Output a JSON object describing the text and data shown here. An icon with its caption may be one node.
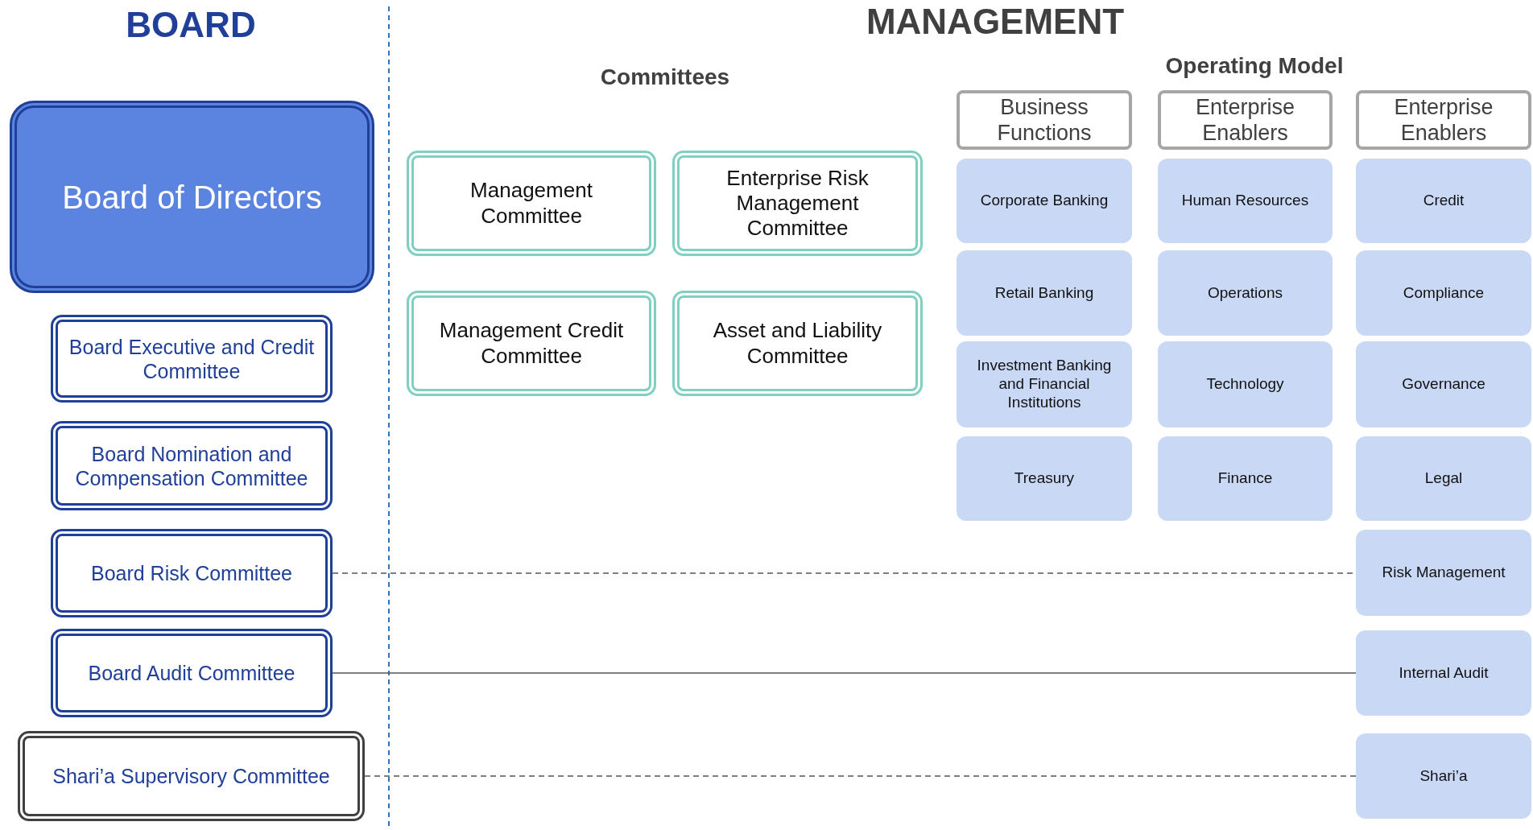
{
  "diagram": {
    "nodes": [
      {
        "text": [
          "Board of Directors"
        ]
      },
      {
        "text": [
          "Board Executive and Credit Committee"
        ]
      },
      {
        "text": [
          "Board Nomination and Compensation Committee"
        ]
      },
      {
        "text": [
          "Board Risk Committee"
        ]
      },
      {
        "text": [
          "Board Audit Committee"
        ]
      },
      {
        "text": [
          "Shari’a Supervisory Committee"
        ]
      },
      {
        "text": [
          "Management Committee"
        ]
      },
      {
        "text": [
          "Enterprise Risk Management Committee"
        ]
      },
      {
        "text": [
          "Management Credit Committee"
        ]
      },
      {
        "text": [
          "Asset and Liability Committee"
        ]
      },
      {
        "text": [
          "Business Functions"
        ]
      },
      {
        "text": [
          "Enterprise Enablers"
        ]
      },
      {
        "text": [
          "Enterprise Enablers"
        ]
      },
      {
        "text": [
          "Corporate Banking"
        ]
      },
      {
        "text": [
          "Human Resources"
        ]
      },
      {
        "text": [
          "Credit"
        ]
      },
      {
        "text": [
          "Retail Banking"
        ]
      },
      {
        "text": [
          "Operations"
        ]
      },
      {
        "text": [
          "Compliance"
        ]
      },
      {
        "text": [
          "Investment Banking and Financial Institutions"
        ]
      },
      {
        "text": [
          "Technology"
        ]
      },
      {
        "text": [
          "Governance"
        ]
      },
      {
        "text": [
          "Treasury"
        ]
      },
      {
        "text": [
          "Finance"
        ]
      },
      {
        "text": [
          "Legal"
        ]
      },
      {
        "text": [
          "Risk Management"
        ]
      },
      {
        "text": [
          "Internal Audit"
        ]
      },
      {
        "text": [
          "Shari’a"
        ]
      }
    ],
    "edges": [
      {
        "from": 3,
        "to": 25,
        "arrow": "none",
        "style": "dashed"
      },
      {
        "from": 4,
        "to": 26,
        "arrow": "none"
      },
      {
        "from": 5,
        "to": 27,
        "arrow": "none",
        "style": "dashed"
      }
    ],
    "labels": [
      "BOARD",
      "MANAGEMENT",
      "Committees",
      "Operating Model"
    ]
  }
}
